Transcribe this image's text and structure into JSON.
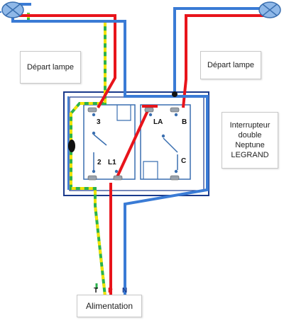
{
  "labels": {
    "depart_left": "Départ lampe",
    "depart_right": "Départ lampe",
    "device_line1": "Interrupteur",
    "device_line2": "double",
    "device_line3": "Neptune",
    "device_line4": "LEGRAND",
    "alimentation": "Alimentation"
  },
  "terminals": {
    "t3": "3",
    "t2": "2",
    "tL1": "L1",
    "tLA": "LA",
    "tB": "B",
    "tC": "C"
  },
  "feeds": {
    "earth": "T",
    "phase": "P",
    "neutral": "N"
  },
  "colors": {
    "phase": "#e8141b",
    "neutral": "#3a7bd5",
    "earth_green": "#2bb24c",
    "earth_yellow": "#f2e200",
    "box_border": "#1a3a8c",
    "lamp_fill": "#8fb8e8",
    "switch_line": "#3a6fb0"
  },
  "icons": [
    "lamp-icon",
    "lamp-icon",
    "junction-dot",
    "screw-terminal"
  ]
}
